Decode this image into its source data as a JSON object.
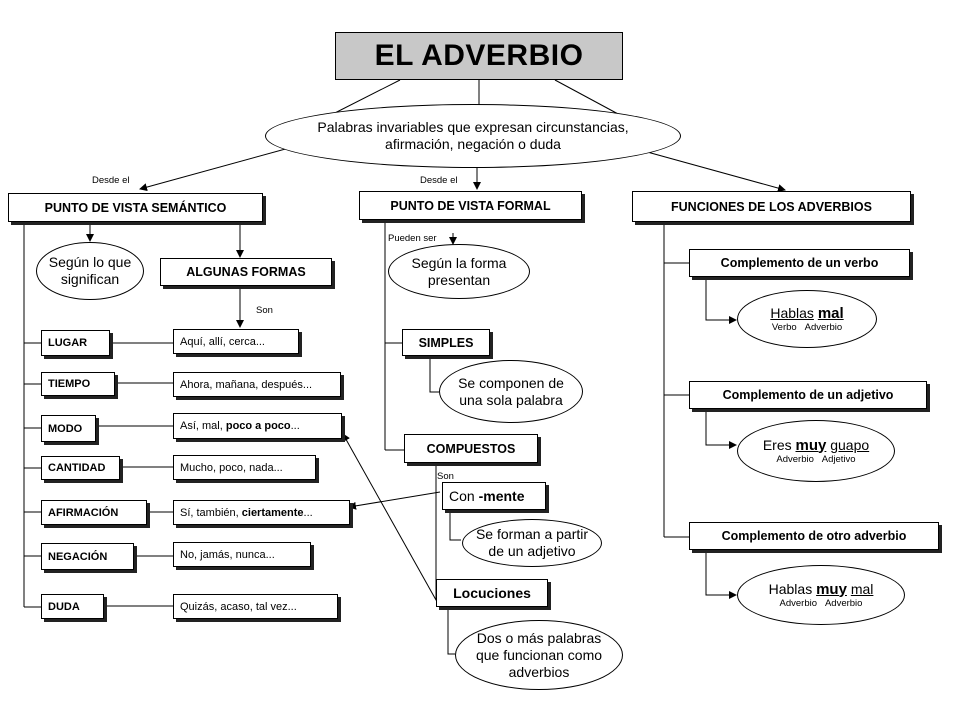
{
  "title": "EL ADVERBIO",
  "definition": {
    "line1": "Palabras invariables que expresan circunstancias,",
    "line2": "afirmación, negación o duda"
  },
  "connectors": {
    "desde_el_1": "Desde el",
    "desde_el_2": "Desde el",
    "son_1": "Son",
    "pueden_ser": "Pueden ser",
    "son_2": "Son"
  },
  "semantico": {
    "header": "PUNTO DE VISTA SEMÁNTICO",
    "segun": {
      "line1": "Según lo que",
      "line2": "significan"
    },
    "algunas": "ALGUNAS FORMAS",
    "categories": [
      "LUGAR",
      "TIEMPO",
      "MODO",
      "CANTIDAD",
      "AFIRMACIÓN",
      "NEGACIÓN",
      "DUDA"
    ],
    "examples": {
      "lugar": "Aquí, allí, cerca...",
      "tiempo": "Ahora, mañana, después...",
      "modo_a": "Así, mal, ",
      "modo_b": "poco a poco",
      "modo_c": "...",
      "cantidad": "Mucho, poco, nada...",
      "afirm_a": "Sí, también, ",
      "afirm_b": "ciertamente",
      "afirm_c": "...",
      "negacion": "No, jamás, nunca...",
      "duda": "Quizás, acaso, tal vez..."
    }
  },
  "formal": {
    "header": "PUNTO DE VISTA FORMAL",
    "segun": {
      "line1": "Según la forma",
      "line2": "presentan"
    },
    "simples": "SIMPLES",
    "simples_desc": {
      "line1": "Se componen de",
      "line2": "una sola palabra"
    },
    "compuestos": "COMPUESTOS",
    "con_mente_a": "Con ",
    "con_mente_b": "-mente",
    "mente_desc": {
      "line1": "Se forman a partir",
      "line2": "de un adjetivo"
    },
    "locuciones": "Locuciones",
    "locuciones_desc": {
      "line1": "Dos o más palabras",
      "line2": "que funcionan como",
      "line3": "adverbios"
    }
  },
  "funciones": {
    "header": "FUNCIONES DE LOS ADVERBIOS",
    "verbo": {
      "label": "Complemento de un verbo",
      "w1": "Hablas",
      "w2": "mal",
      "t1": "Verbo",
      "t2": "Adverbio"
    },
    "adjetivo": {
      "label": "Complemento de un adjetivo",
      "w1": "Eres",
      "w2": "muy",
      "w3": "guapo",
      "t1": "Adverbio",
      "t2": "Adjetivo"
    },
    "adverbio": {
      "label": "Complemento de otro adverbio",
      "w1": "Hablas",
      "w2": "muy",
      "w3": "mal",
      "t1": "Adverbio",
      "t2": "Adverbio"
    }
  }
}
